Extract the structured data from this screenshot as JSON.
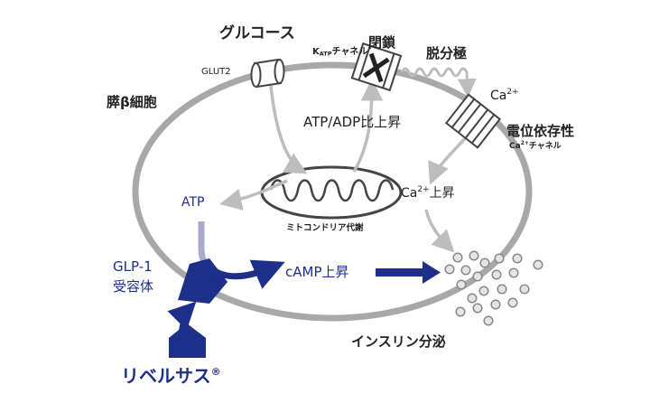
{
  "labels": {
    "glucose": "グルコース",
    "glut2": "GLUT2",
    "katp_prefix": "K",
    "katp_sub": "ATP",
    "katp_suffix": "チャネル",
    "closed": "閉鎖",
    "depolarization": "脱分極",
    "ca_main": "Ca",
    "ca_sup": "2+",
    "voltage_dependent": "電位依存性",
    "ca_channel_base": "Ca",
    "ca_channel_sup": "2+",
    "ca_channel_suffix": "チャネル",
    "beta_cell": "膵β細胞",
    "atp_adp": "ATP/ADP比上昇",
    "atp": "ATP",
    "mito_metabolism": "ミトコンドリア代謝",
    "ca_rise_base": "Ca",
    "ca_rise_sup": "2+",
    "ca_rise_suffix": "上昇",
    "glp1_line1": "GLP-1",
    "glp1_line2": "受容体",
    "camp": "cAMP上昇",
    "insulin_secretion": "インスリン分泌",
    "drug": "リベルサス",
    "registered": "®"
  },
  "colors": {
    "navy": "#1e2f8a",
    "text": "#222222",
    "cell_membrane": "#a8a8a8",
    "pathway_arrow": "#bdbdbd",
    "atp_stem": "#a9a9cf",
    "granule_fill": "#e4e4e4",
    "granule_stroke": "#888888"
  },
  "icons": {
    "katp_closed_mark": "x-mark-icon",
    "receptor": "receptor-icon",
    "drug_molecule": "pentagon-icon"
  }
}
